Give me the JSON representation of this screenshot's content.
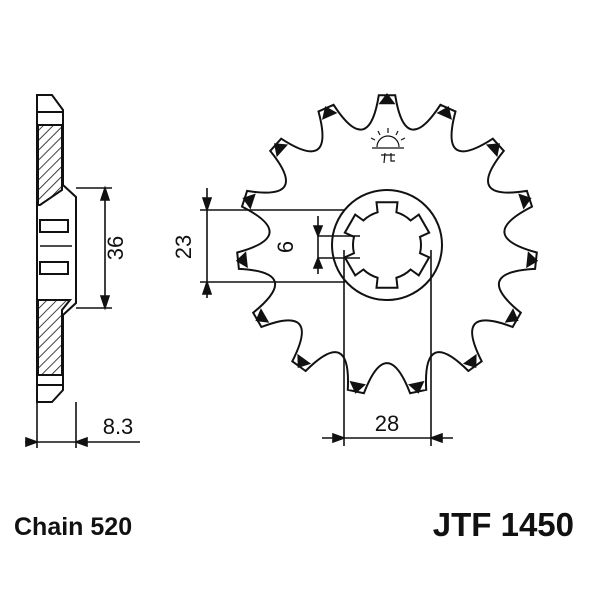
{
  "part": {
    "chain_label": "Chain 520",
    "part_number": "JTF 1450"
  },
  "sprocket": {
    "teeth": 15
  },
  "dimensions": {
    "hub_diameter": "36",
    "width": "8.3",
    "outer_bore": "23",
    "spline_width": "6",
    "bore_diameter": "28"
  },
  "colors": {
    "line": "#111111",
    "background": "#ffffff"
  }
}
